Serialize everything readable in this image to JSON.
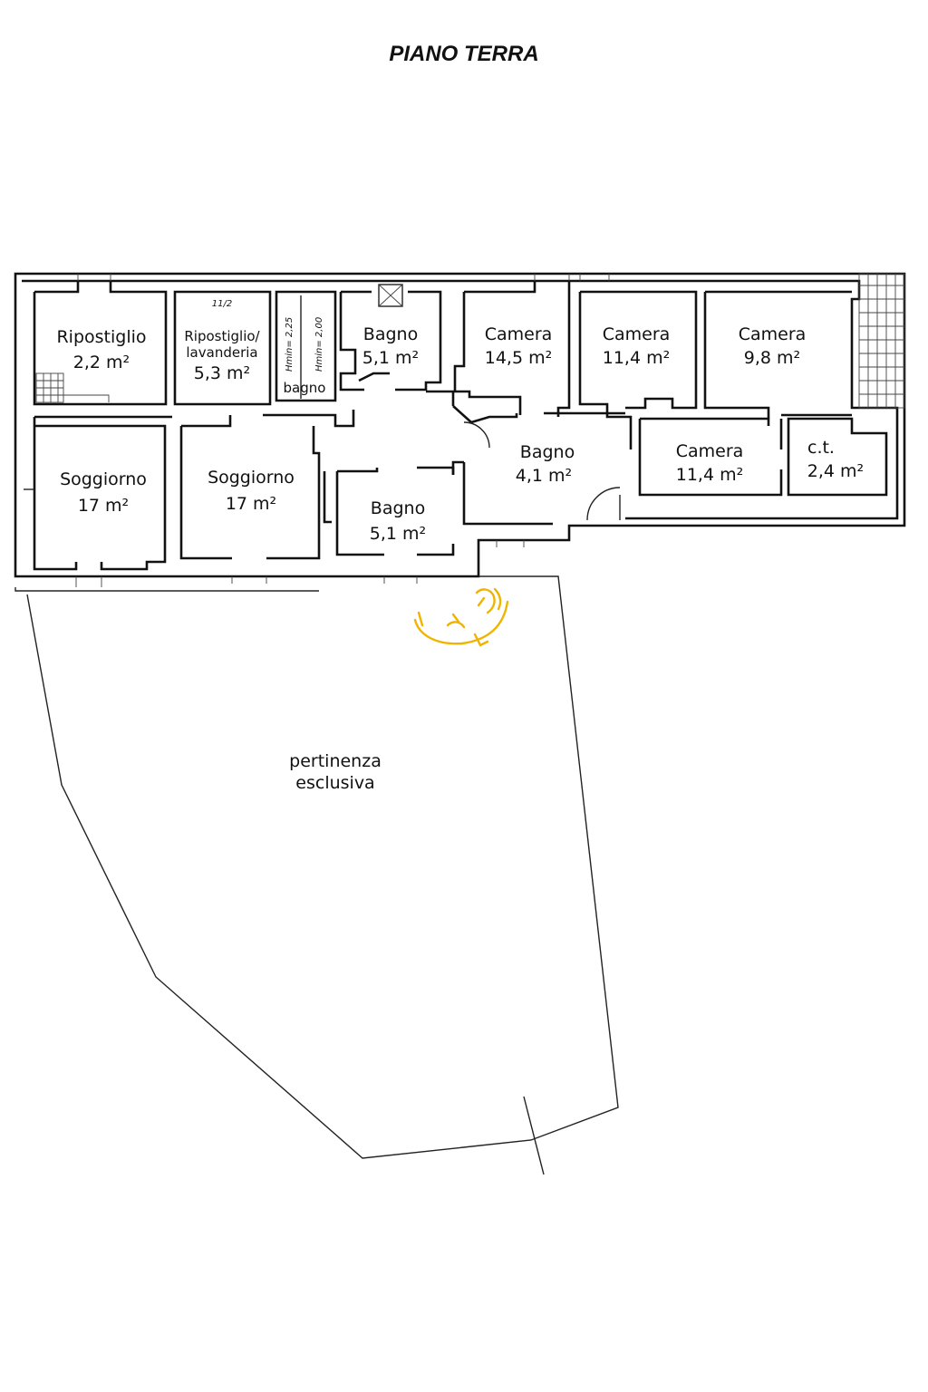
{
  "plan": {
    "title": "PIANO TERRA",
    "rooms": [
      {
        "name": "Ripostiglio",
        "area": "2,2 m²"
      },
      {
        "name": "Ripostiglio/",
        "name2": "lavanderia",
        "area": "5,3 m²"
      },
      {
        "name": "bagno",
        "height1": "Hmin= 2,25",
        "height2": "Hmin= 2,00"
      },
      {
        "name": "Bagno",
        "area": "5,1 m²"
      },
      {
        "name": "Camera",
        "area": "14,5 m²"
      },
      {
        "name": "Camera",
        "area": "11,4 m²"
      },
      {
        "name": "Camera",
        "area": "9,8 m²"
      },
      {
        "name": "Soggiorno",
        "area": "17 m²"
      },
      {
        "name": "Soggiorno",
        "area": "17 m²"
      },
      {
        "name": "Bagno",
        "area": "5,1 m²"
      },
      {
        "name": "Bagno",
        "area": "4,1 m²"
      },
      {
        "name": "Camera",
        "area": "11,4 m²"
      },
      {
        "name": "c.t.",
        "area": "2,4 m²"
      }
    ],
    "stair_label": "11/2",
    "garden": {
      "line1": "pertinenza",
      "line2": "esclusiva"
    }
  },
  "colors": {
    "wall": "#111111",
    "logo": "#f0b400"
  }
}
